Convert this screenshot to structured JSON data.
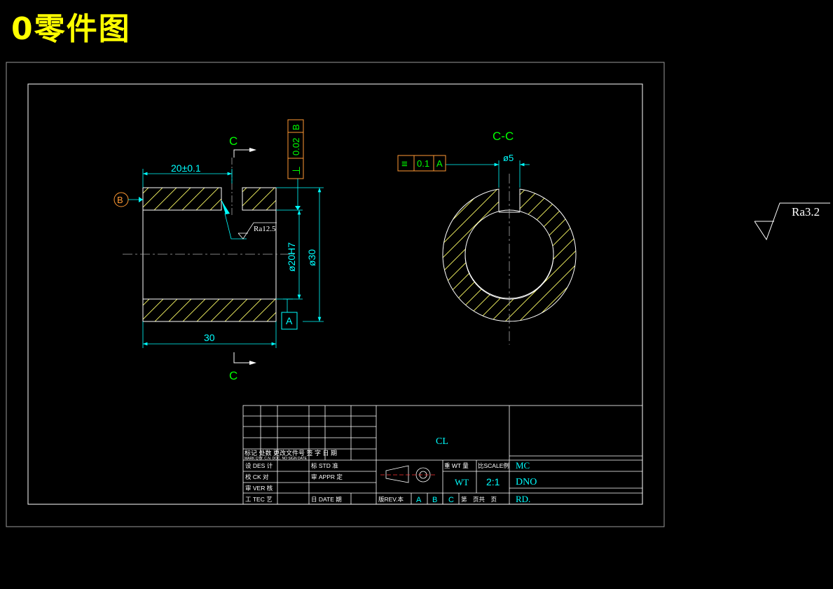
{
  "page_title": "0零件图",
  "colors": {
    "title": "#ffff00",
    "frame": "#ffffff",
    "dim": "#00ffff",
    "accent": "#00ff00",
    "hatch": "#ffff66",
    "gdt": "#ff9933",
    "red": "#ff3333"
  },
  "front_view": {
    "section_label_top": "C",
    "section_label_bottom": "C",
    "dim_length_top": "20±0.1",
    "dim_length_bottom": "30",
    "dim_bore": "ø20H7",
    "dim_outer": "ø30",
    "datum_b": "B",
    "datum_a": "A",
    "roughness": "Ra12.5",
    "perp_symbol": "⊥",
    "perp_tol": "0.02",
    "perp_ref": "B"
  },
  "section_view": {
    "title": "C-C",
    "dim_slot": "ø5",
    "sym_symbol": "≡",
    "sym_tol": "0.1",
    "sym_ref": "A"
  },
  "general_roughness": "Ra3.2",
  "title_block": {
    "material": "CL",
    "weight_label": "重 WT 量",
    "scale_label": "比SCALE例",
    "weight_value": "WT",
    "scale_value": "2:1",
    "code_1": "MC",
    "code_2": "DNO",
    "code_3": "RD.",
    "rev_label": "版REV.本",
    "rev_a": "A",
    "rev_b": "B",
    "rev_c": "C",
    "sheet_label": "第　页共　页",
    "header_row": "标记 处数 更改文件号 签 字 日 期",
    "header_row_en": "MARK QTY. C.N. DOC. NO SIGN DATE",
    "design": "设 DES 计",
    "check": "校 CK 对",
    "review": "审 VER 核",
    "process": "工 TEC 艺",
    "standard": "标 STD 准",
    "approve": "审 APPR 定",
    "date": "日 DATE 期"
  }
}
